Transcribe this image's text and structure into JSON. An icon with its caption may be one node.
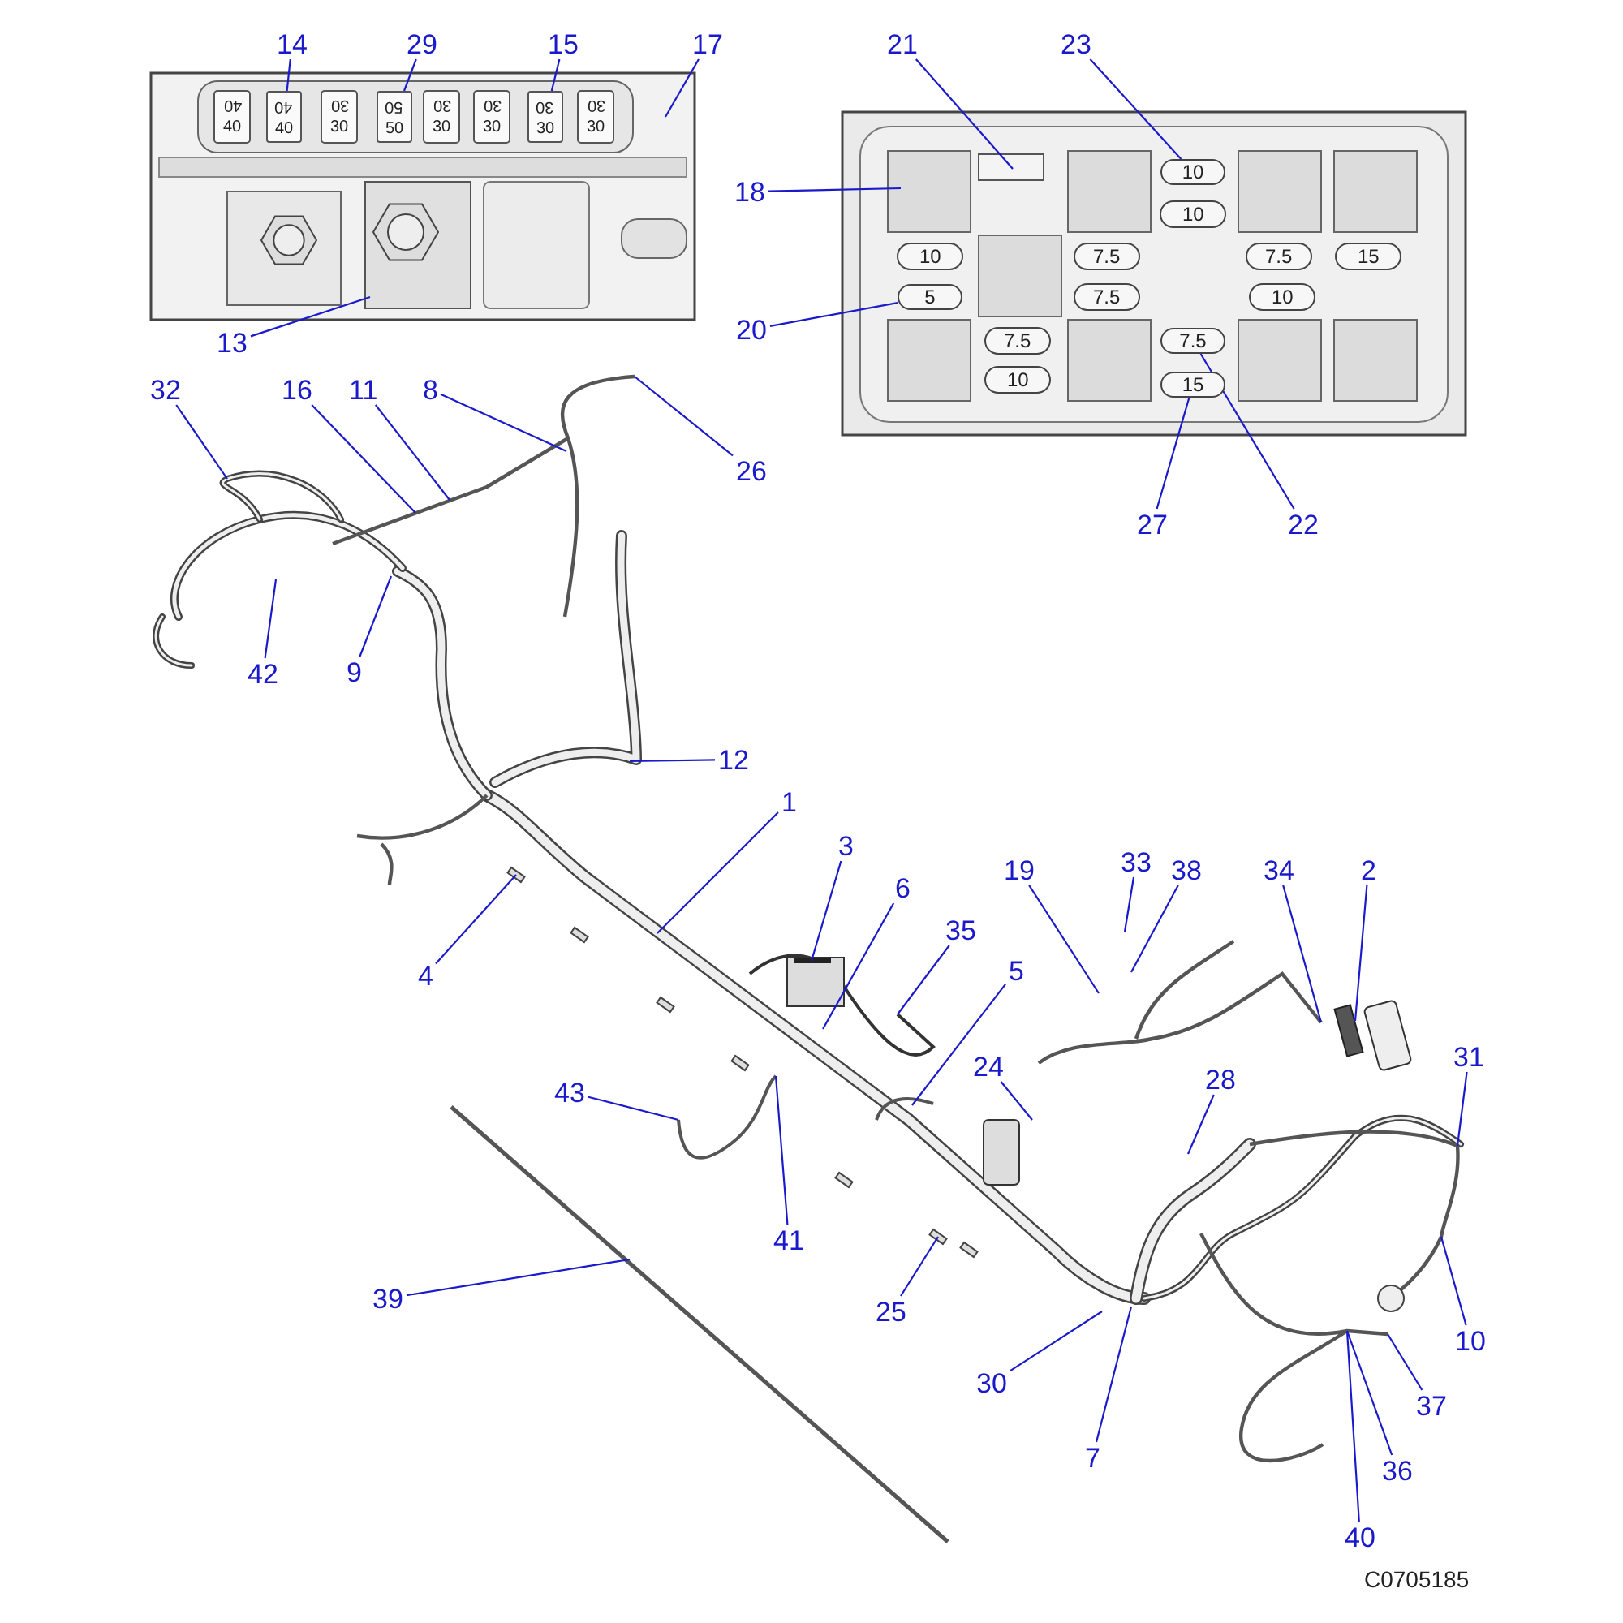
{
  "diagram": {
    "nodes": [
      {
        "text": [
          "14"
        ]
      },
      {
        "text": [
          "29"
        ]
      },
      {
        "text": [
          "15"
        ]
      },
      {
        "text": [
          "17"
        ]
      },
      {
        "text": [
          "21"
        ]
      },
      {
        "text": [
          "23"
        ]
      },
      {
        "text": [
          "18"
        ]
      },
      {
        "text": [
          "13"
        ]
      },
      {
        "text": [
          "20"
        ]
      },
      {
        "text": [
          "32"
        ]
      },
      {
        "text": [
          "16"
        ]
      },
      {
        "text": [
          "11"
        ]
      },
      {
        "text": [
          "8"
        ]
      },
      {
        "text": [
          "26"
        ]
      },
      {
        "text": [
          "27"
        ]
      },
      {
        "text": [
          "22"
        ]
      },
      {
        "text": [
          "42"
        ]
      },
      {
        "text": [
          "9"
        ]
      },
      {
        "text": [
          "12"
        ]
      },
      {
        "text": [
          "1"
        ]
      },
      {
        "text": [
          "3"
        ]
      },
      {
        "text": [
          "19"
        ]
      },
      {
        "text": [
          "33"
        ]
      },
      {
        "text": [
          "38"
        ]
      },
      {
        "text": [
          "34"
        ]
      },
      {
        "text": [
          "2"
        ]
      },
      {
        "text": [
          "6"
        ]
      },
      {
        "text": [
          "35"
        ]
      },
      {
        "text": [
          "5"
        ]
      },
      {
        "text": [
          "4"
        ]
      },
      {
        "text": [
          "43"
        ]
      },
      {
        "text": [
          "24"
        ]
      },
      {
        "text": [
          "28"
        ]
      },
      {
        "text": [
          "31"
        ]
      },
      {
        "text": [
          "41"
        ]
      },
      {
        "text": [
          "39"
        ]
      },
      {
        "text": [
          "25"
        ]
      },
      {
        "text": [
          "10"
        ]
      },
      {
        "text": [
          "30"
        ]
      },
      {
        "text": [
          "37"
        ]
      },
      {
        "text": [
          "7"
        ]
      },
      {
        "text": [
          "36"
        ]
      },
      {
        "text": [
          "40"
        ]
      },
      {
        "text": [
          "40",
          "40"
        ]
      },
      {
        "text": [
          "50",
          "50"
        ]
      },
      {
        "text": [
          "30",
          "30"
        ]
      },
      {
        "text": [
          "10"
        ]
      },
      {
        "text": [
          "5"
        ]
      },
      {
        "text": [
          "7.5"
        ]
      },
      {
        "text": [
          "15"
        ]
      }
    ],
    "edges": [
      {
        "from": 0,
        "to": 43,
        "arrow": "none"
      },
      {
        "from": 1,
        "to": 44,
        "arrow": "none"
      },
      {
        "from": 2,
        "to": 45,
        "arrow": "none"
      },
      {
        "from": 3,
        "to": null,
        "arrow": "none"
      },
      {
        "from": 4,
        "to": null,
        "arrow": "none"
      },
      {
        "from": 5,
        "to": 46,
        "arrow": "none"
      },
      {
        "from": 6,
        "to": null,
        "arrow": "none"
      },
      {
        "from": 7,
        "to": null,
        "arrow": "none"
      },
      {
        "from": 8,
        "to": 47,
        "arrow": "none"
      },
      {
        "from": 9,
        "to": null,
        "arrow": "none"
      },
      {
        "from": 10,
        "to": null,
        "arrow": "none"
      },
      {
        "from": 11,
        "to": null,
        "arrow": "none"
      },
      {
        "from": 12,
        "to": null,
        "arrow": "none"
      },
      {
        "from": 13,
        "to": null,
        "arrow": "none"
      },
      {
        "from": 14,
        "to": 49,
        "arrow": "none"
      },
      {
        "from": 15,
        "to": 48,
        "arrow": "none"
      },
      {
        "from": 16,
        "to": null,
        "arrow": "none"
      },
      {
        "from": 17,
        "to": null,
        "arrow": "none"
      },
      {
        "from": 18,
        "to": null,
        "arrow": "none"
      },
      {
        "from": 19,
        "to": null,
        "arrow": "none"
      },
      {
        "from": 20,
        "to": null,
        "arrow": "none"
      },
      {
        "from": 21,
        "to": null,
        "arrow": "none"
      },
      {
        "from": 22,
        "to": null,
        "arrow": "none"
      },
      {
        "from": 23,
        "to": null,
        "arrow": "none"
      },
      {
        "from": 24,
        "to": null,
        "arrow": "none"
      },
      {
        "from": 25,
        "to": null,
        "arrow": "none"
      },
      {
        "from": 26,
        "to": null,
        "arrow": "none"
      },
      {
        "from": 27,
        "to": null,
        "arrow": "none"
      },
      {
        "from": 28,
        "to": null,
        "arrow": "none"
      },
      {
        "from": 29,
        "to": null,
        "arrow": "none"
      },
      {
        "from": 30,
        "to": null,
        "arrow": "none"
      },
      {
        "from": 31,
        "to": null,
        "arrow": "none"
      },
      {
        "from": 32,
        "to": null,
        "arrow": "none"
      },
      {
        "from": 33,
        "to": null,
        "arrow": "none"
      },
      {
        "from": 34,
        "to": null,
        "arrow": "none"
      },
      {
        "from": 35,
        "to": null,
        "arrow": "none"
      },
      {
        "from": 36,
        "to": null,
        "arrow": "none"
      },
      {
        "from": 37,
        "to": null,
        "arrow": "none"
      },
      {
        "from": 38,
        "to": null,
        "arrow": "none"
      },
      {
        "from": 39,
        "to": null,
        "arrow": "none"
      },
      {
        "from": 40,
        "to": null,
        "arrow": "none"
      },
      {
        "from": 41,
        "to": null,
        "arrow": "none"
      },
      {
        "from": 42,
        "to": null,
        "arrow": "none"
      }
    ],
    "labels": [
      "40",
      "30",
      "30",
      "30",
      "30",
      "40",
      "30",
      "30",
      "30",
      "30",
      "10",
      "10",
      "7.5",
      "7.5",
      "15",
      "7.5",
      "10",
      "7.5",
      "10",
      "C0705185"
    ]
  }
}
